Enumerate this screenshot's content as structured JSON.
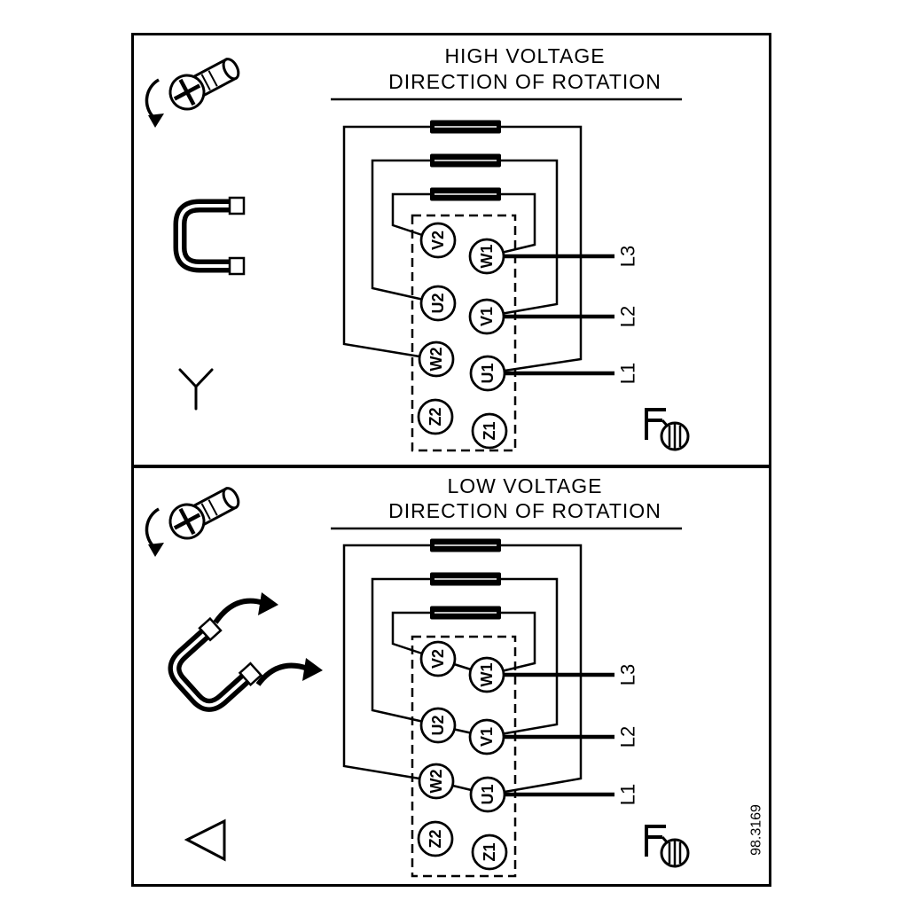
{
  "panels": {
    "high": {
      "title_line1": "HIGH VOLTAGE",
      "title_line2": "DIRECTION OF ROTATION"
    },
    "low": {
      "title_line1": "LOW VOLTAGE",
      "title_line2": "DIRECTION OF ROTATION"
    }
  },
  "terminals": {
    "left_column": [
      "V2",
      "U2",
      "W2",
      "Z2"
    ],
    "right_column": [
      "W1",
      "V1",
      "U1",
      "Z1"
    ]
  },
  "line_labels": [
    "L3",
    "L2",
    "L1"
  ],
  "figure_number": "98.3169",
  "connection_symbols": {
    "high": "star",
    "low": "delta"
  },
  "icons": [
    "screw-rotation-icon",
    "terminal-link-icon",
    "move-link-arrows",
    "ground-clamp-icon",
    "star-connection-symbol",
    "delta-connection-symbol"
  ],
  "colors": {
    "line": "#000000",
    "background": "#ffffff"
  }
}
